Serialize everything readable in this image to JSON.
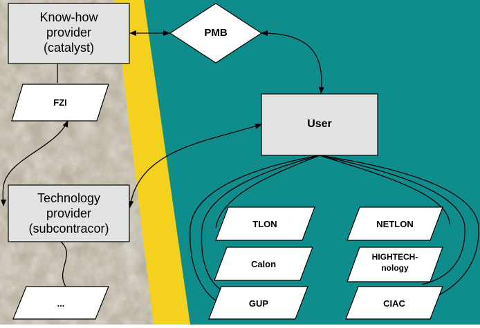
{
  "colors": {
    "teal": "#0F8C8C",
    "yellow": "#F4D11E",
    "stone": "#B7AE9C",
    "box_fill": "#E3E3E3"
  },
  "nodes": {
    "know_how": [
      "Know-how",
      "provider",
      "(catalyst)"
    ],
    "pmb": "PMB",
    "fzi": "FZI",
    "user": "User",
    "technology": [
      "Technology",
      "provider",
      "(subcontracor)"
    ],
    "ellipsis": "...",
    "tlon": "TLON",
    "netlon": "NETLON",
    "calon": "Calon",
    "hightech": [
      "HIGHTECH-",
      "nology"
    ],
    "gup": "GUP",
    "ciac": "CIAC"
  }
}
